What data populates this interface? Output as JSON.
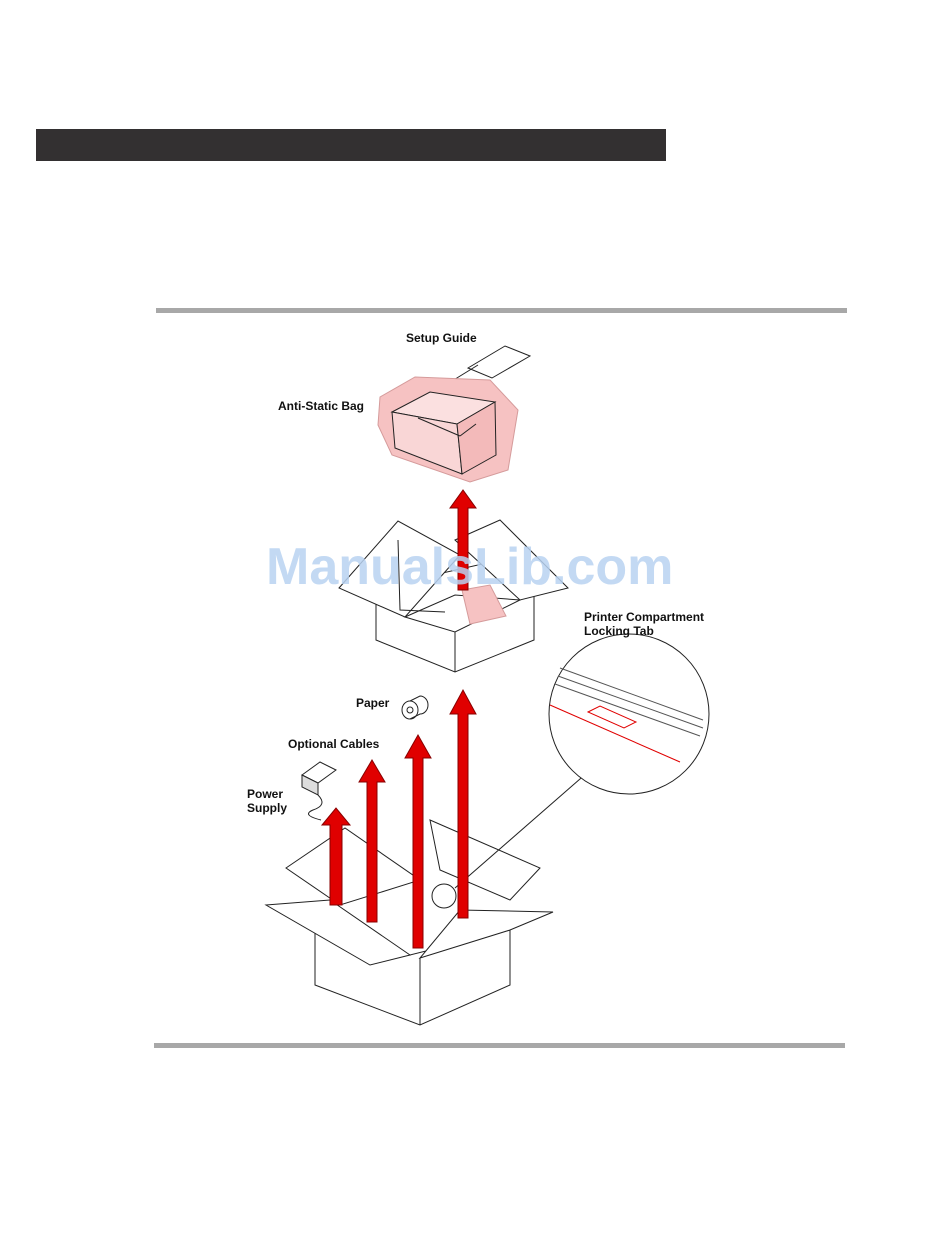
{
  "labels": {
    "setup_guide": "Setup Guide",
    "anti_static_bag": "Anti-Static Bag",
    "printer_compartment_line1": "Printer Compartment",
    "printer_compartment_line2": "Locking Tab",
    "paper": "Paper",
    "optional_cables": "Optional Cables",
    "power_supply_line1": "Power",
    "power_supply_line2": "Supply"
  },
  "watermark": "ManualsLib.com",
  "colors": {
    "header_bar": "#333031",
    "arrow_red": "#e00000",
    "bag_pink": "#f7c6c6",
    "rule_gray": "#a8a8a8"
  }
}
